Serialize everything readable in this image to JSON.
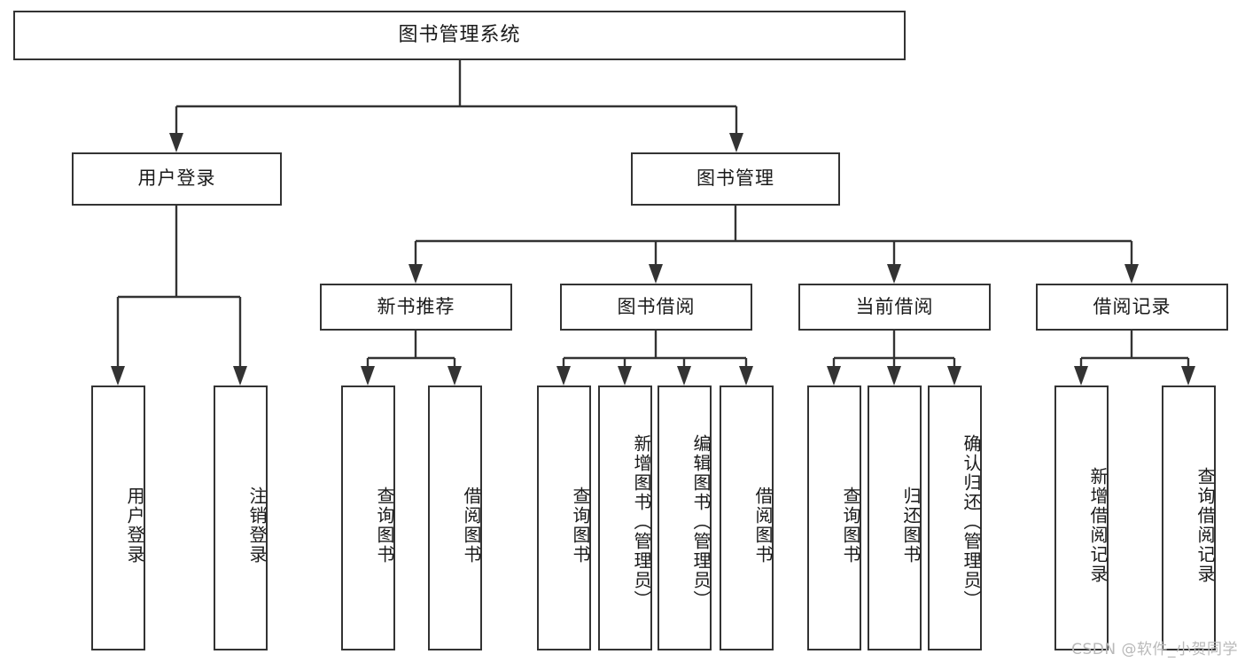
{
  "diagram": {
    "title": "图书管理系统",
    "root": {
      "label": "图书管理系统"
    },
    "level2": [
      {
        "label": "用户登录"
      },
      {
        "label": "图书管理"
      }
    ],
    "level3": [
      {
        "label": "新书推荐"
      },
      {
        "label": "图书借阅"
      },
      {
        "label": "当前借阅"
      },
      {
        "label": "借阅记录"
      }
    ],
    "leaves": {
      "user_login": [
        {
          "label": "用户登录"
        },
        {
          "label": "注销登录"
        }
      ],
      "new_book_recommend": [
        {
          "label": "查询图书"
        },
        {
          "label": "借阅图书"
        }
      ],
      "book_borrow": [
        {
          "label": "查询图书"
        },
        {
          "label": "新增图书（管理员）"
        },
        {
          "label": "编辑图书（管理员）"
        },
        {
          "label": "借阅图书"
        }
      ],
      "current_borrow": [
        {
          "label": "查询图书"
        },
        {
          "label": "归还图书"
        },
        {
          "label": "确认归还（管理员）"
        }
      ],
      "borrow_record": [
        {
          "label": "新增借阅记录"
        },
        {
          "label": "查询借阅记录"
        }
      ]
    }
  },
  "watermark": {
    "text": "CSDN @软件_小贺同学"
  },
  "colors": {
    "stroke": "#333333",
    "background": "#ffffff",
    "text": "#1a1a1a",
    "watermark": "#b9b9b9"
  }
}
